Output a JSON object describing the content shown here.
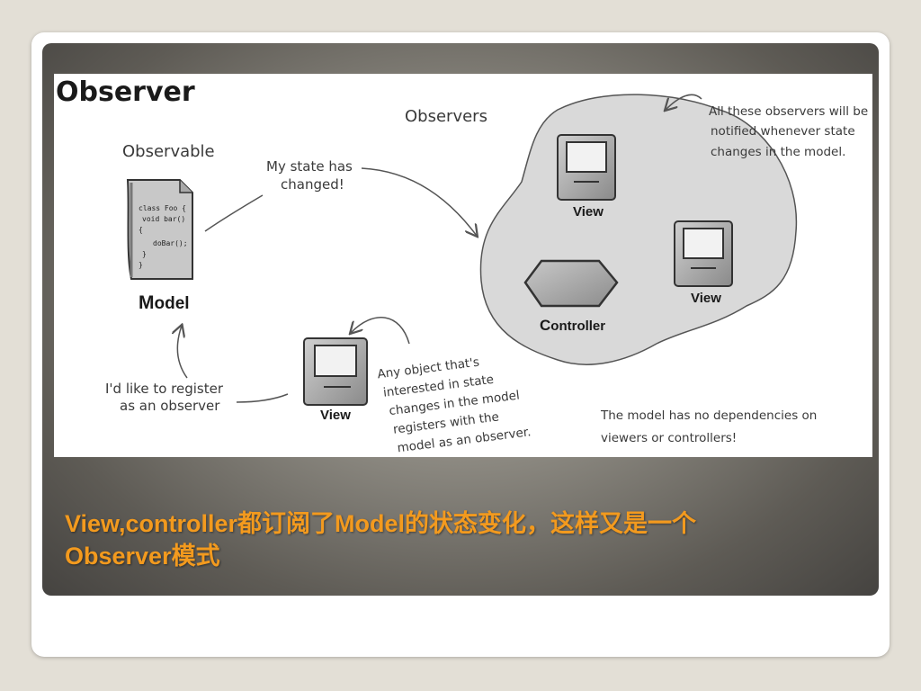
{
  "diagram": {
    "title": "Observer",
    "observable_label": "Observable",
    "observers_label": "Observers",
    "state_changed_note": [
      "My state has",
      "changed!"
    ],
    "model_code": [
      "class Foo {",
      "void bar()",
      "{",
      "doBar();",
      "}",
      "}"
    ],
    "model_label_first": "M",
    "model_label_rest": "odel",
    "register_note": [
      "I'd like to register",
      "as an observer"
    ],
    "view_label": "View",
    "controller_label_first": "C",
    "controller_label_rest": "ontroller",
    "notified_note": [
      "All these observers will be",
      "notified whenever state",
      "changes in the model."
    ],
    "interested_note": [
      "Any object that's",
      "interested in state",
      "changes in the model",
      "registers with the",
      "model as an observer."
    ],
    "no_dependencies_note": [
      "The model has no dependencies on",
      "viewers or controllers!"
    ]
  },
  "caption": {
    "line1": "View,controller都订阅了Model的状态变化，这样又是一个",
    "line2": "Observer模式"
  },
  "colors": {
    "caption_text": "#f39a1e",
    "blob_fill": "#d9d9d9"
  }
}
